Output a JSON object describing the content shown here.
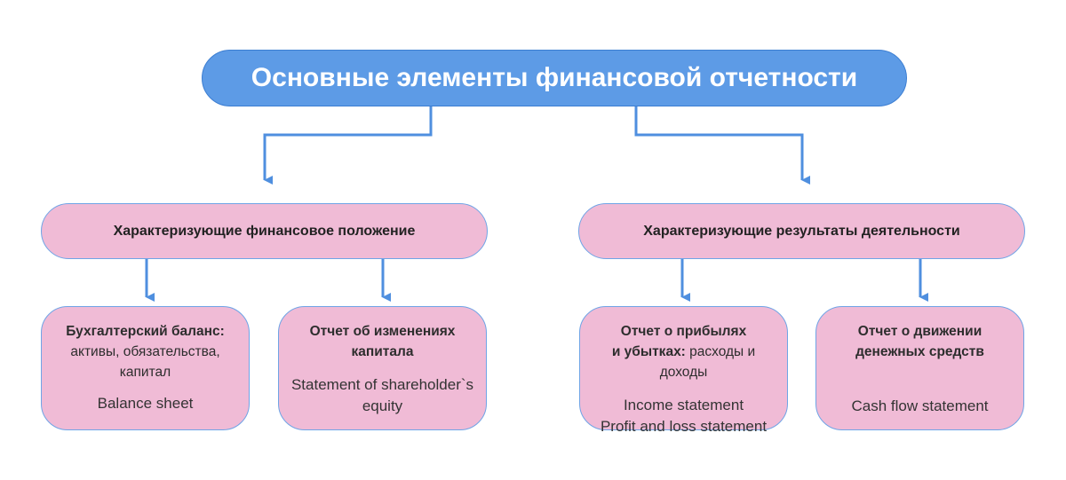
{
  "root": {
    "title": "Основные элементы финансовой отчетности"
  },
  "categories": [
    {
      "label": "Характеризующие финансовое положение"
    },
    {
      "label": "Характеризующие результаты деятельности"
    }
  ],
  "cards": [
    {
      "title": "Бухгалтерский баланс:",
      "details": [
        "активы, обязательства,",
        "капитал"
      ],
      "english": [
        "Balance sheet"
      ]
    },
    {
      "title_lines": [
        "Отчет об изменениях",
        "капитала"
      ],
      "english": [
        "Statement of shareholder`s",
        "equity"
      ]
    },
    {
      "title_line1": "Отчет о прибылях",
      "title_line2_bold": "и убытках:",
      "title_line2_rest": " расходы и доходы",
      "english": [
        "Income statement",
        "Profit and loss statement"
      ]
    },
    {
      "title_lines": [
        "Отчет о движении",
        "денежных средств"
      ],
      "english": [
        "Cash flow statement"
      ]
    }
  ],
  "colors": {
    "root_fill": "#5d9be6",
    "box_fill": "#f0bbd6",
    "border": "#6fa4e6",
    "arrow": "#4f8fdf"
  }
}
